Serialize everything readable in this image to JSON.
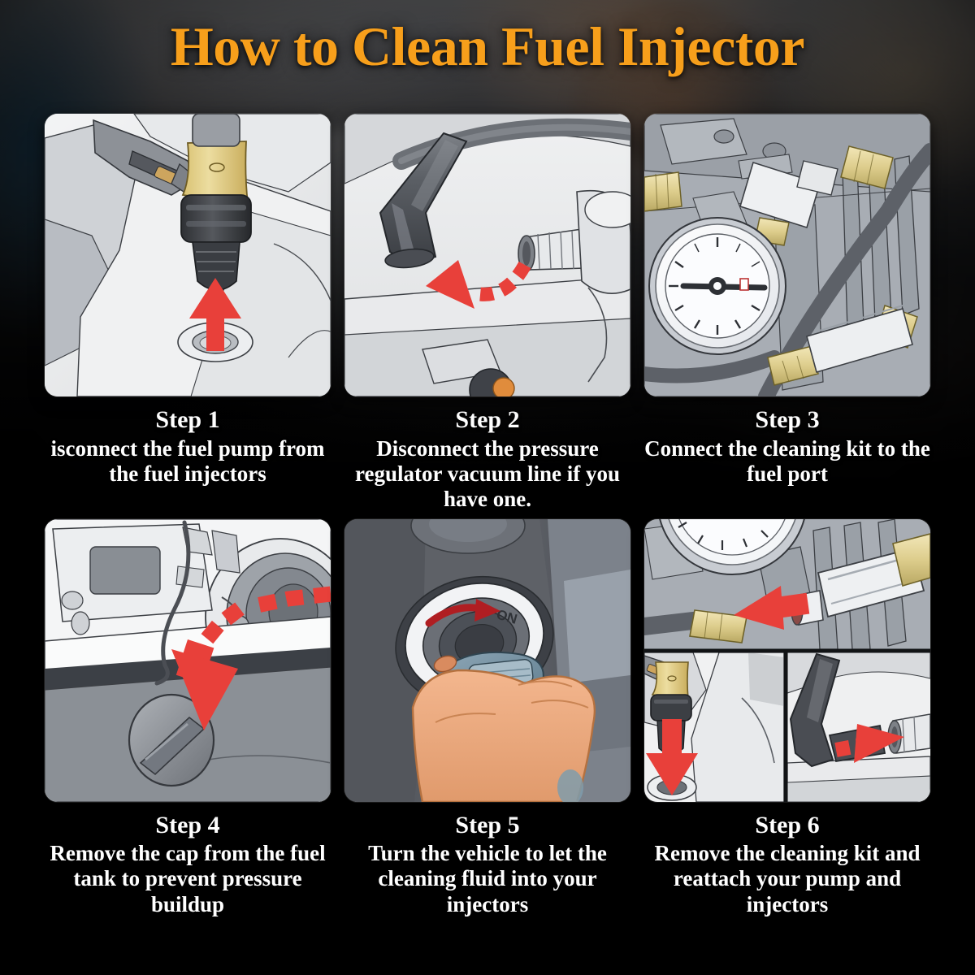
{
  "title": "How to Clean Fuel Injector",
  "theme": {
    "title_color": "#F79F1B",
    "caption_color": "#FFFFFF",
    "background_color": "#000000",
    "arrow_red": "#E8403A",
    "arrow_dark_red": "#B01E22",
    "brass_color": "#E6D79B",
    "panel_light": "#E8E9EA"
  },
  "steps": [
    {
      "id": 1,
      "label": "Step 1",
      "description": "isconnect the fuel pump from the fuel injectors",
      "illustration": "fuel-injector-pulled-from-port-with-red-up-arrow"
    },
    {
      "id": 2,
      "label": "Step 2",
      "description": "Disconnect the pressure regulator vacuum line if you have one.",
      "illustration": "vacuum-hose-pulled-off-nipple-with-curved-red-arrow"
    },
    {
      "id": 3,
      "label": "Step 3",
      "description": "Connect the cleaning kit to the fuel port",
      "illustration": "pressure-gauge-and-hoses-connected-to-fuel-rail"
    },
    {
      "id": 4,
      "label": "Step 4",
      "description": "Remove the cap from the fuel tank to prevent pressure buildup",
      "illustration": "fuel-cap-removed-on-tether-with-red-down-arrow"
    },
    {
      "id": 5,
      "label": "Step 5",
      "description": "Turn the vehicle to let the cleaning fluid into your injectors",
      "illustration": "hand-turning-ignition-key-to-on"
    },
    {
      "id": 6,
      "label": "Step 6",
      "description": "Remove the cleaning kit and reattach your pump and injectors",
      "illustration": "three-part-composite-remove-kit-reattach-injector-and-vacuum-line"
    }
  ],
  "panel_labels": {
    "ignition_on": "ON"
  }
}
